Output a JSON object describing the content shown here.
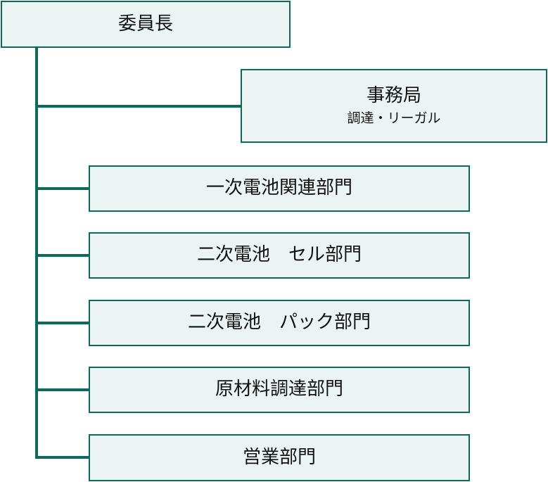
{
  "chairman": {
    "label": "委員長"
  },
  "secretariat": {
    "label": "事務局",
    "sublabel": "調達・リーガル"
  },
  "departments": [
    {
      "label": "一次電池関連部門"
    },
    {
      "label": "二次電池　セル部門"
    },
    {
      "label": "二次電池　パック部門"
    },
    {
      "label": "原材料調達部門"
    },
    {
      "label": "営業部門"
    }
  ],
  "colors": {
    "border": "#0b6a5a",
    "fill": "#ebf4f2",
    "connector": "#0b6a5a"
  }
}
